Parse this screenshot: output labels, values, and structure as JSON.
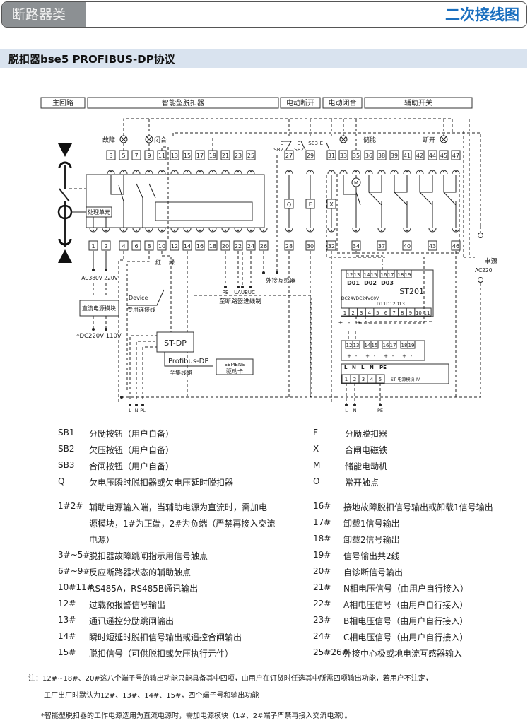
{
  "header": {
    "category": "断路器类",
    "title": "二次接线图"
  },
  "section": {
    "title": "脱扣器bse5 PROFIBUS-DP协议"
  },
  "diagram": {
    "group_labels": [
      "主回路",
      "智能型脱扣器",
      "电动断开",
      "电动闭合",
      "辅助开关"
    ],
    "lamp_labels": {
      "fault": "故障",
      "close": "闭合",
      "storage": "储能",
      "open": "断开"
    },
    "top_terminals": [
      "3",
      "5",
      "7",
      "9",
      "11",
      "13",
      "15",
      "17",
      "19",
      "21",
      "23",
      "25"
    ],
    "bottom_terminals": [
      "1",
      "2",
      "4",
      "6",
      "8",
      "10",
      "12",
      "14",
      "16",
      "18",
      "20",
      "22",
      "24",
      "26"
    ],
    "motor_top_terminals": [
      "27",
      "29",
      "31",
      "33",
      "35",
      "36",
      "38",
      "39",
      "41",
      "42",
      "44",
      "45",
      "47"
    ],
    "motor_bottom_terminals": [
      "28",
      "30",
      "32",
      "34",
      "37",
      "40",
      "43",
      "46"
    ],
    "coil_labels": [
      "Q",
      "F",
      "X"
    ],
    "motor_label": "M",
    "button_labels": {
      "sb2a": "SB2",
      "sb2b": "SB2",
      "sb3": "SB3",
      "e": "E"
    },
    "processing_unit": "处理单元",
    "power_supply_input": "AC380V 220V",
    "dc_module": "直流电源模块",
    "dc_output": "*DC220V 110V",
    "red_label": "红",
    "green_label": "绿",
    "device_label": "Device",
    "device_cable": "专用连接线",
    "pe_label": "PE",
    "phase_labels": "UAUBUC",
    "to_incoming": "至断路器进线制",
    "external_ct": "外接互感器",
    "st_dp": "ST-DP",
    "profibus": "Profibus-DP",
    "to_bus": "至集线路",
    "siemens": "SEMENS",
    "driver_card": "驱动卡",
    "power_label": "电源",
    "power_ac": "AC220",
    "st201": {
      "name": "ST201",
      "top_pins": [
        "12",
        "13",
        "14",
        "15",
        "16",
        "17",
        "18",
        "19"
      ],
      "groups": [
        "D01",
        "D02",
        "D03"
      ],
      "supply_label": "DC24VDC24VC0V",
      "input_labels": "D11D12D13",
      "bottom_pins": [
        "1",
        "2",
        "3",
        "4",
        "5",
        "6",
        "7",
        "8",
        "9",
        "10",
        "11"
      ],
      "polarity": [
        "+",
        "-",
        "+",
        "-"
      ]
    },
    "st_power": {
      "name": "ST 电源模块 IV",
      "top_pins": [
        "12",
        "13",
        "14",
        "15",
        "16",
        "17",
        "18",
        "19"
      ],
      "polarity": [
        "+",
        "-",
        "+",
        "-",
        "+",
        "-",
        "+",
        "-"
      ],
      "line_labels": [
        "L",
        "N",
        "L",
        "N",
        "PE"
      ],
      "bottom_pins": [
        "1",
        "2",
        "3",
        "4",
        "5"
      ]
    },
    "left_feeds": [
      "L",
      "N",
      "PL"
    ],
    "right_feeds": [
      "L",
      "N",
      "PE"
    ]
  },
  "legend_symbols": [
    {
      "key": "SB1",
      "desc": "分励按钮（用户自备）"
    },
    {
      "key": "SB2",
      "desc": "欠压按钮（用户自备）"
    },
    {
      "key": "SB3",
      "desc": "合闸按钮（用户自备）"
    },
    {
      "key": "Q",
      "desc": "欠电压瞬时脱扣器或欠电压延时脱扣器"
    },
    {
      "key": "F",
      "desc": "分励脱扣器"
    },
    {
      "key": "X",
      "desc": "合闸电磁铁"
    },
    {
      "key": "M",
      "desc": "储能电动机"
    },
    {
      "key": "O",
      "desc": "常开触点"
    }
  ],
  "legend_terminals_left": [
    {
      "key": "1#2#",
      "lines": [
        "辅助电源输入端，当辅助电源为直流时，需加电",
        "源模块，1#为正端，2#为负端（严禁再接入交流",
        "电源）"
      ]
    },
    {
      "key": "3#~5#",
      "lines": [
        "脱扣器故障跳闸指示用信号触点"
      ]
    },
    {
      "key": "6#~9#",
      "lines": [
        "反应断路器状态的辅助触点"
      ]
    },
    {
      "key": "10#11#",
      "lines": [
        "RS485A，RS485B通讯输出"
      ]
    },
    {
      "key": "12#",
      "lines": [
        "过载预报警信号输出"
      ]
    },
    {
      "key": "13#",
      "lines": [
        "通讯遥控分励跳闸输出"
      ]
    },
    {
      "key": "14#",
      "lines": [
        "瞬时短延时脱扣信号输出或遥控合闸输出"
      ]
    },
    {
      "key": "15#",
      "lines": [
        "脱扣信号（可供脱扣或欠压执行元件）"
      ]
    }
  ],
  "legend_terminals_right": [
    {
      "key": "16#",
      "desc": "接地故障脱扣信号输出或卸载1信号输出"
    },
    {
      "key": "17#",
      "desc": "卸载1信号输出"
    },
    {
      "key": "18#",
      "desc": "卸载2信号输出"
    },
    {
      "key": "19#",
      "desc": "信号输出共2线"
    },
    {
      "key": "20#",
      "desc": "自诊断信号输出"
    },
    {
      "key": "21#",
      "desc": "N相电压信号（由用户自行接入）"
    },
    {
      "key": "22#",
      "desc": "A相电压信号（由用户自行接入）"
    },
    {
      "key": "23#",
      "desc": "B相电压信号（由用户自行接入）"
    },
    {
      "key": "24#",
      "desc": "C相电压信号（由用户自行接入）"
    },
    {
      "key": "25#26#",
      "desc": "外接中心极或地电流互感器输入"
    }
  ],
  "notes": {
    "line1": "注：12#~18#、20#这八个端子号的输出功能只能具备其中四项，由用户在订货时任选其中所需四项输出功能，若用户不注定，",
    "line2": "工厂出厂时默认为12#、13#、14#、15#，四个端子号和输出功能",
    "line3": "*智能型脱扣器的工作电源选用为直流电源时，需加电源模块（1#、2#端子严禁再接入交流电源）。"
  }
}
